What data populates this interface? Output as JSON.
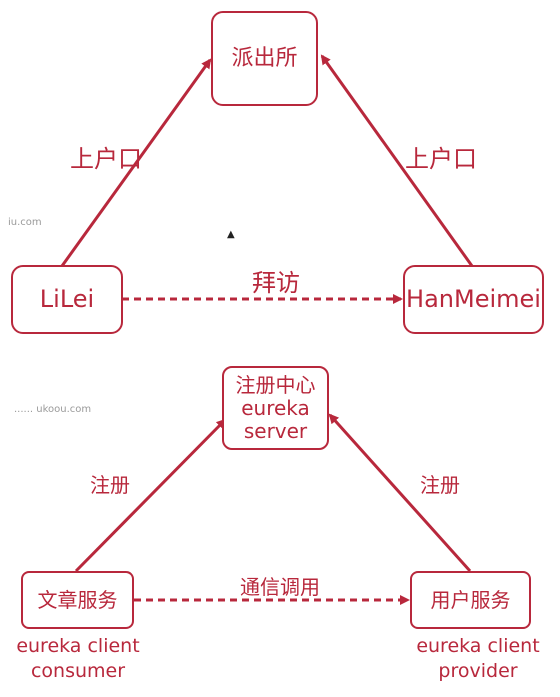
{
  "top": {
    "police_station": "派出所",
    "lilei": "LiLei",
    "hanmeimei": "HanMeimei",
    "register_left": "上户口",
    "register_right": "上户口",
    "visit": "拜访"
  },
  "bottom": {
    "registry_line1": "注册中心",
    "registry_line2": "eureka",
    "registry_line3": "server",
    "article_service": "文章服务",
    "user_service": "用户服务",
    "register_left": "注册",
    "register_right": "注册",
    "call": "通信调用",
    "consumer_line1": "eureka client",
    "consumer_line2": "consumer",
    "provider_line1": "eureka client",
    "provider_line2": "provider"
  },
  "watermarks": {
    "top": "iu.com",
    "bottom": "...... ukoou.com"
  },
  "colors": {
    "accent": "#b8283c"
  }
}
